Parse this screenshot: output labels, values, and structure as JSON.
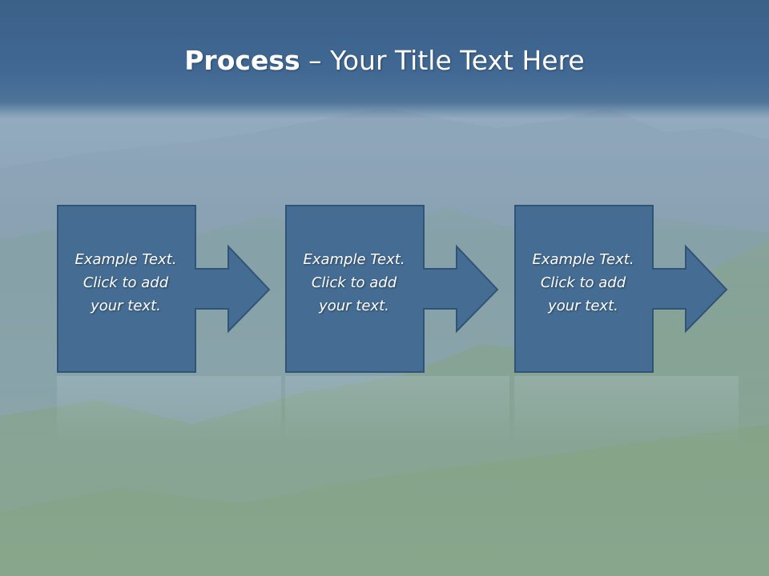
{
  "title": {
    "bold": "Process",
    "rest": " – Your Title Text Here"
  },
  "steps": [
    {
      "text": "Example Text.\nClick  to add\nyour text."
    },
    {
      "text": "Example Text.\nClick  to add\nyour text."
    },
    {
      "text": "Example Text.\nClick  to add\nyour text."
    }
  ],
  "colors": {
    "title_bar": "#406893",
    "box_fill": "#456d94",
    "box_stroke": "#2f5475"
  }
}
